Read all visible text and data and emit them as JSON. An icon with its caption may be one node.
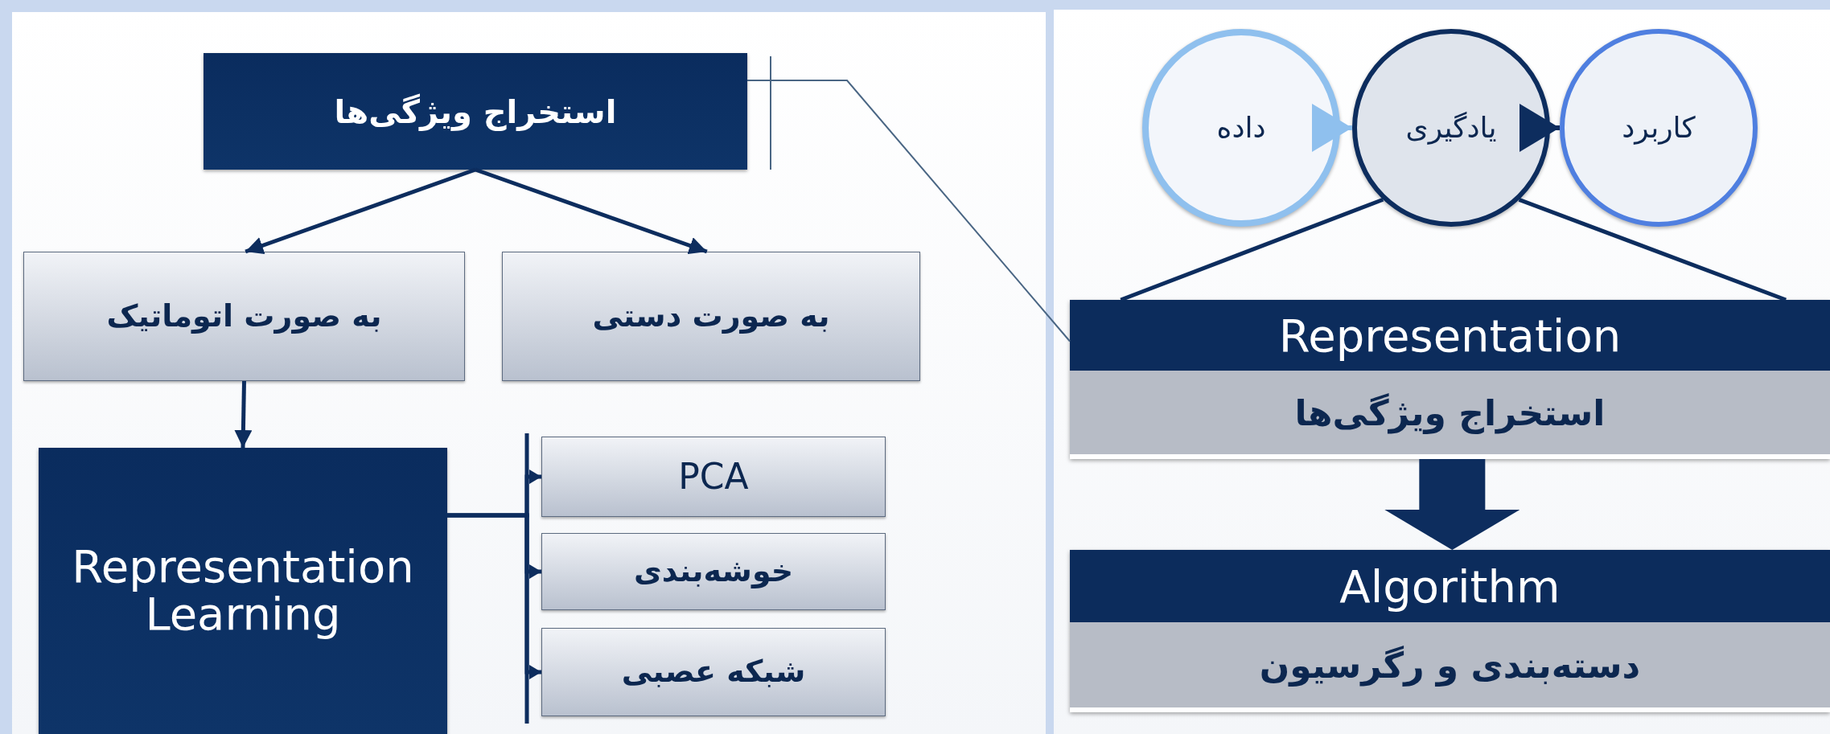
{
  "diagram": {
    "nodes": [
      {
        "text": [
          "استخراج ویژگی‌ها"
        ]
      },
      {
        "text": [
          "به صورت اتوماتیک"
        ]
      },
      {
        "text": [
          "به صورت دستی"
        ]
      },
      {
        "text": [
          "Representation Learning"
        ]
      },
      {
        "text": [
          "PCA"
        ]
      },
      {
        "text": [
          "خوشه‌بندی"
        ]
      },
      {
        "text": [
          "شبکه عصبی"
        ]
      },
      {
        "text": [
          "داده"
        ]
      },
      {
        "text": [
          "یادگیری"
        ]
      },
      {
        "text": [
          "کاربرد"
        ]
      },
      {
        "text": [
          "Representation",
          "استخراج ویژگی‌ها"
        ]
      },
      {
        "text": [
          "Algorithm",
          "دسته‌بندی و رگرسیون"
        ]
      }
    ],
    "edges": [
      {
        "from": 0,
        "to": 1,
        "arrow": "to"
      },
      {
        "from": 0,
        "to": 2,
        "arrow": "to"
      },
      {
        "from": 1,
        "to": 3,
        "arrow": "to"
      },
      {
        "from": 3,
        "to": 4,
        "arrow": "to"
      },
      {
        "from": 3,
        "to": 5,
        "arrow": "to"
      },
      {
        "from": 3,
        "to": 6,
        "arrow": "to"
      },
      {
        "from": 0,
        "to": 10,
        "arrow": "none",
        "color": "#4a6684"
      },
      {
        "from": 7,
        "to": 8,
        "arrow": "to",
        "color": "#8fc0ee"
      },
      {
        "from": 8,
        "to": 9,
        "arrow": "to"
      },
      {
        "from": 8,
        "to": 10,
        "arrow": "none"
      },
      {
        "from": 8,
        "to": 10,
        "arrow": "none"
      },
      {
        "from": 10,
        "to": 11,
        "arrow": "to",
        "style": "thick"
      }
    ]
  }
}
